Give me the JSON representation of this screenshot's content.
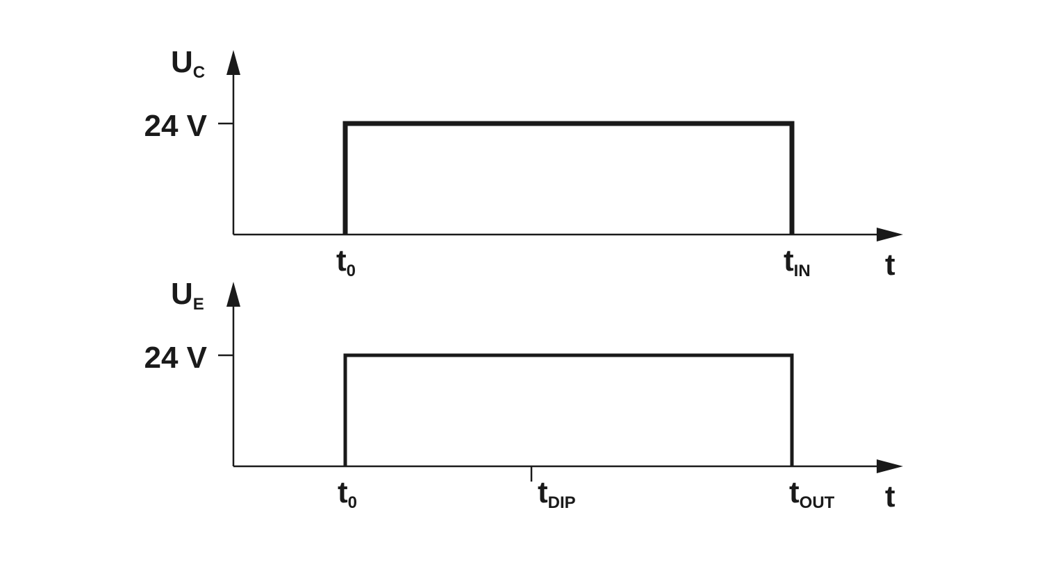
{
  "colors": {
    "ink": "#1a1a1a",
    "background": "#ffffff"
  },
  "top_chart": {
    "y_label": {
      "main": "U",
      "sub": "C"
    },
    "level_label": "24 V",
    "x_label": "t",
    "markers": [
      {
        "main": "t",
        "sub": "0"
      },
      {
        "main": "t",
        "sub": "IN"
      }
    ]
  },
  "bottom_chart": {
    "y_label": {
      "main": "U",
      "sub": "E"
    },
    "level_label": "24 V",
    "x_label": "t",
    "markers": [
      {
        "main": "t",
        "sub": "0"
      },
      {
        "main": "t",
        "sub": "DIP"
      },
      {
        "main": "t",
        "sub": "OUT"
      }
    ]
  }
}
